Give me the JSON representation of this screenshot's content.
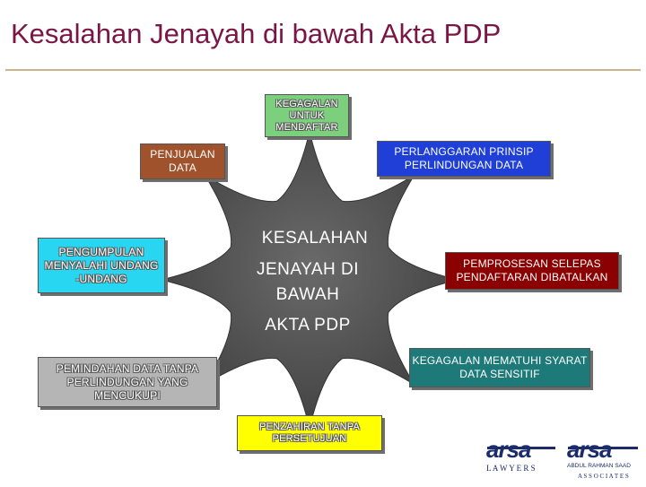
{
  "slide": {
    "title": "Kesalahan Jenayah di bawah Akta PDP",
    "center": {
      "line1": "KESALAHAN",
      "line2": "JENAYAH DI",
      "line3": "BAWAH",
      "line4": "AKTA PDP"
    },
    "boxes": {
      "top": "KEGAGALAN\nUNTUK\nMENDAFTAR",
      "upper_left": "PENJUALAN\nDATA",
      "upper_right": "PERLANGGARAN PRINSIP\nPERLINDUNGAN DATA",
      "left": "PENGUMPULAN\nMENYALAHI UNDANG\n-UNDANG",
      "right": "PEMPROSESAN SELEPAS\nPENDAFTARAN DIBATALKAN",
      "lower_left": "PEMINDAHAN DATA TANPA\nPERLINDUNGAN YANG\nMENCUKUPI",
      "lower_right": "KEGAGALAN MEMATUHI SYARAT\nDATA SENSITIF",
      "bottom": "PENZAHIRAN TANPA\nPERSETUJUAN"
    },
    "colors": {
      "title": "#7a1646",
      "star": "#555555",
      "top_box": "#7ccf7c",
      "upper_left_box": "#a0522d",
      "upper_right_box": "#1f3fd6",
      "left_box": "#29d6f2",
      "right_box": "#8b0000",
      "lower_left_box": "#b5b5b5",
      "lower_right_box": "#1d7a78",
      "bottom_box": "#ffff00"
    },
    "logo": {
      "brand1": "arsa",
      "brand1_sub": "L A W Y E R S",
      "brand2": "arsa",
      "brand2_sub1": "ABDUL RAHMAN SAAD",
      "brand2_sub2": "A S S O C I A T E S"
    }
  }
}
